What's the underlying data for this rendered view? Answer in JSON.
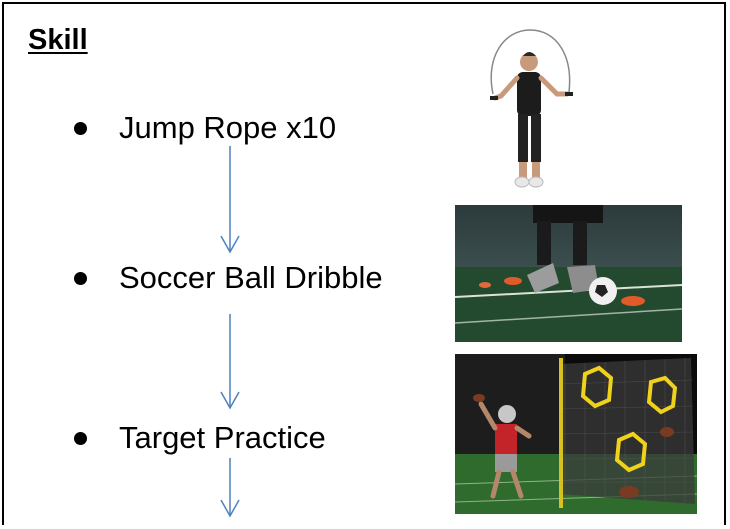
{
  "heading": "Skill",
  "steps": [
    {
      "label": "Jump Rope x10",
      "image": "person-jumping-rope-photo"
    },
    {
      "label": "Soccer Ball Dribble",
      "image": "soccer-dribble-cones-photo"
    },
    {
      "label": "Target Practice",
      "image": "football-target-net-photo"
    }
  ],
  "colors": {
    "arrow": "#4f81bd",
    "text": "#000000",
    "border": "#000000"
  }
}
